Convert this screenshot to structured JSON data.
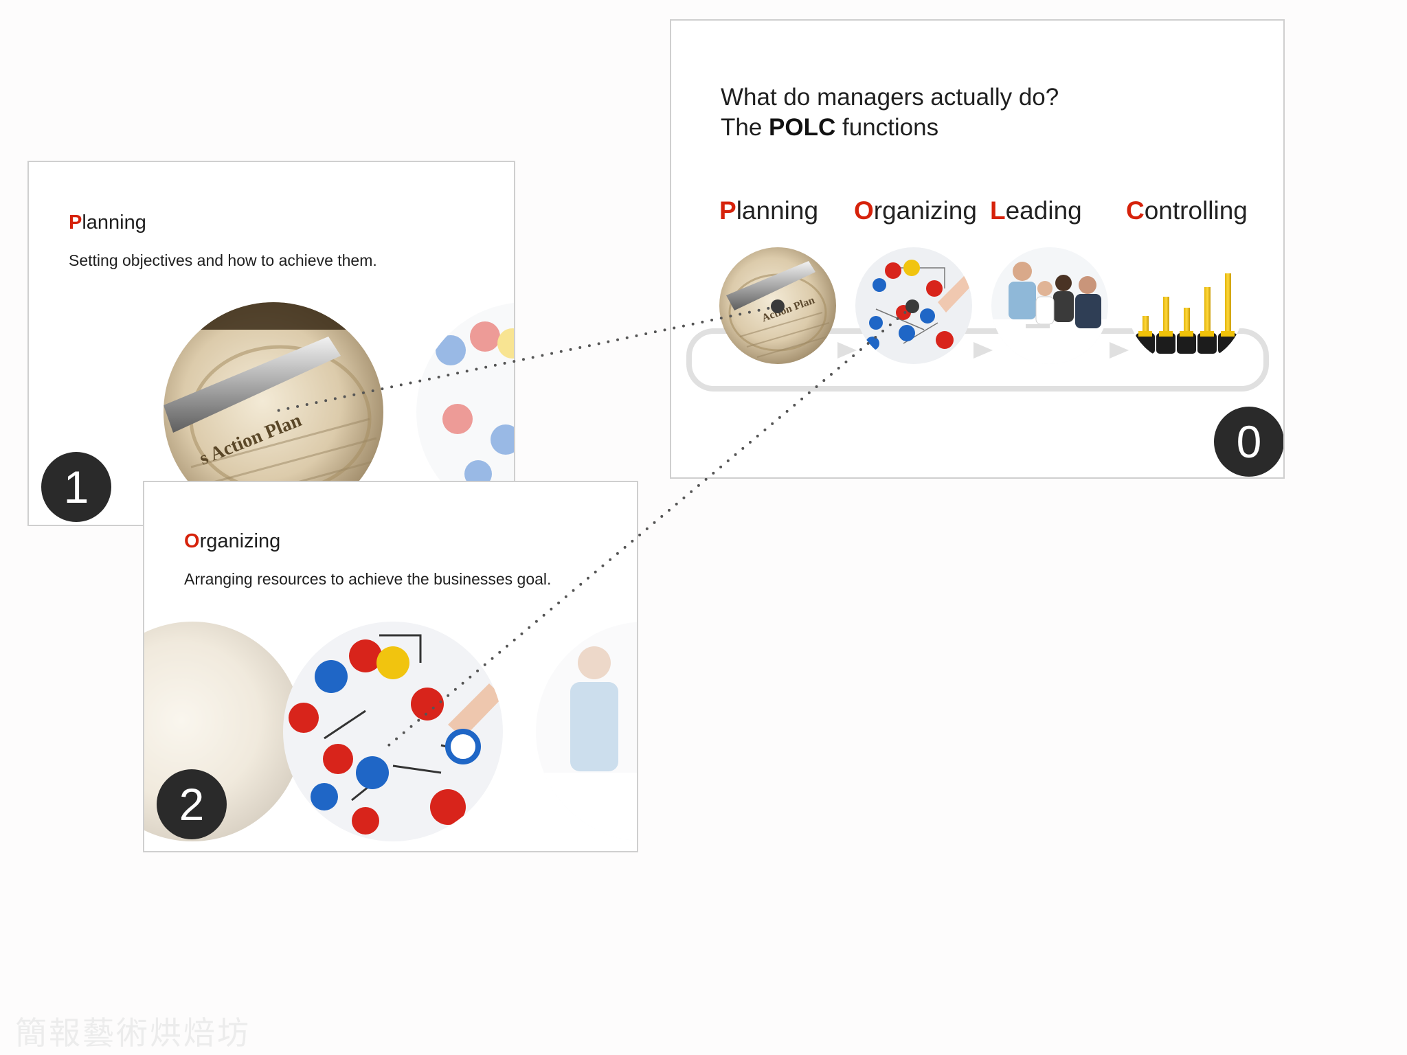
{
  "overview_slide": {
    "title_line1": "What do managers actually do?",
    "title_line2_pre": "The ",
    "title_line2_bold": "POLC",
    "title_line2_post": " functions",
    "functions": [
      {
        "initial": "P",
        "rest": "lanning",
        "image": "action-plan-document"
      },
      {
        "initial": "O",
        "rest": "rganizing",
        "image": "pins-on-chart"
      },
      {
        "initial": "L",
        "rest": "eading",
        "image": "team-meeting"
      },
      {
        "initial": "C",
        "rest": "ontrolling",
        "image": "tape-measures"
      }
    ],
    "badge": "0"
  },
  "planning_slide": {
    "initial": "P",
    "rest": "lanning",
    "description": "Setting objectives and how to achieve them.",
    "image_text": "s Action Plan",
    "badge": "1"
  },
  "organizing_slide": {
    "initial": "O",
    "rest": "rganizing",
    "description": "Arranging resources to achieve the businesses goal.",
    "badge": "2"
  },
  "colors": {
    "accent": "#d6220b",
    "badge": "#2a2a2a",
    "border": "#cfcfcf",
    "cycle_arrow": "#e0e0e0"
  },
  "watermark": "簡報藝術烘焙坊"
}
